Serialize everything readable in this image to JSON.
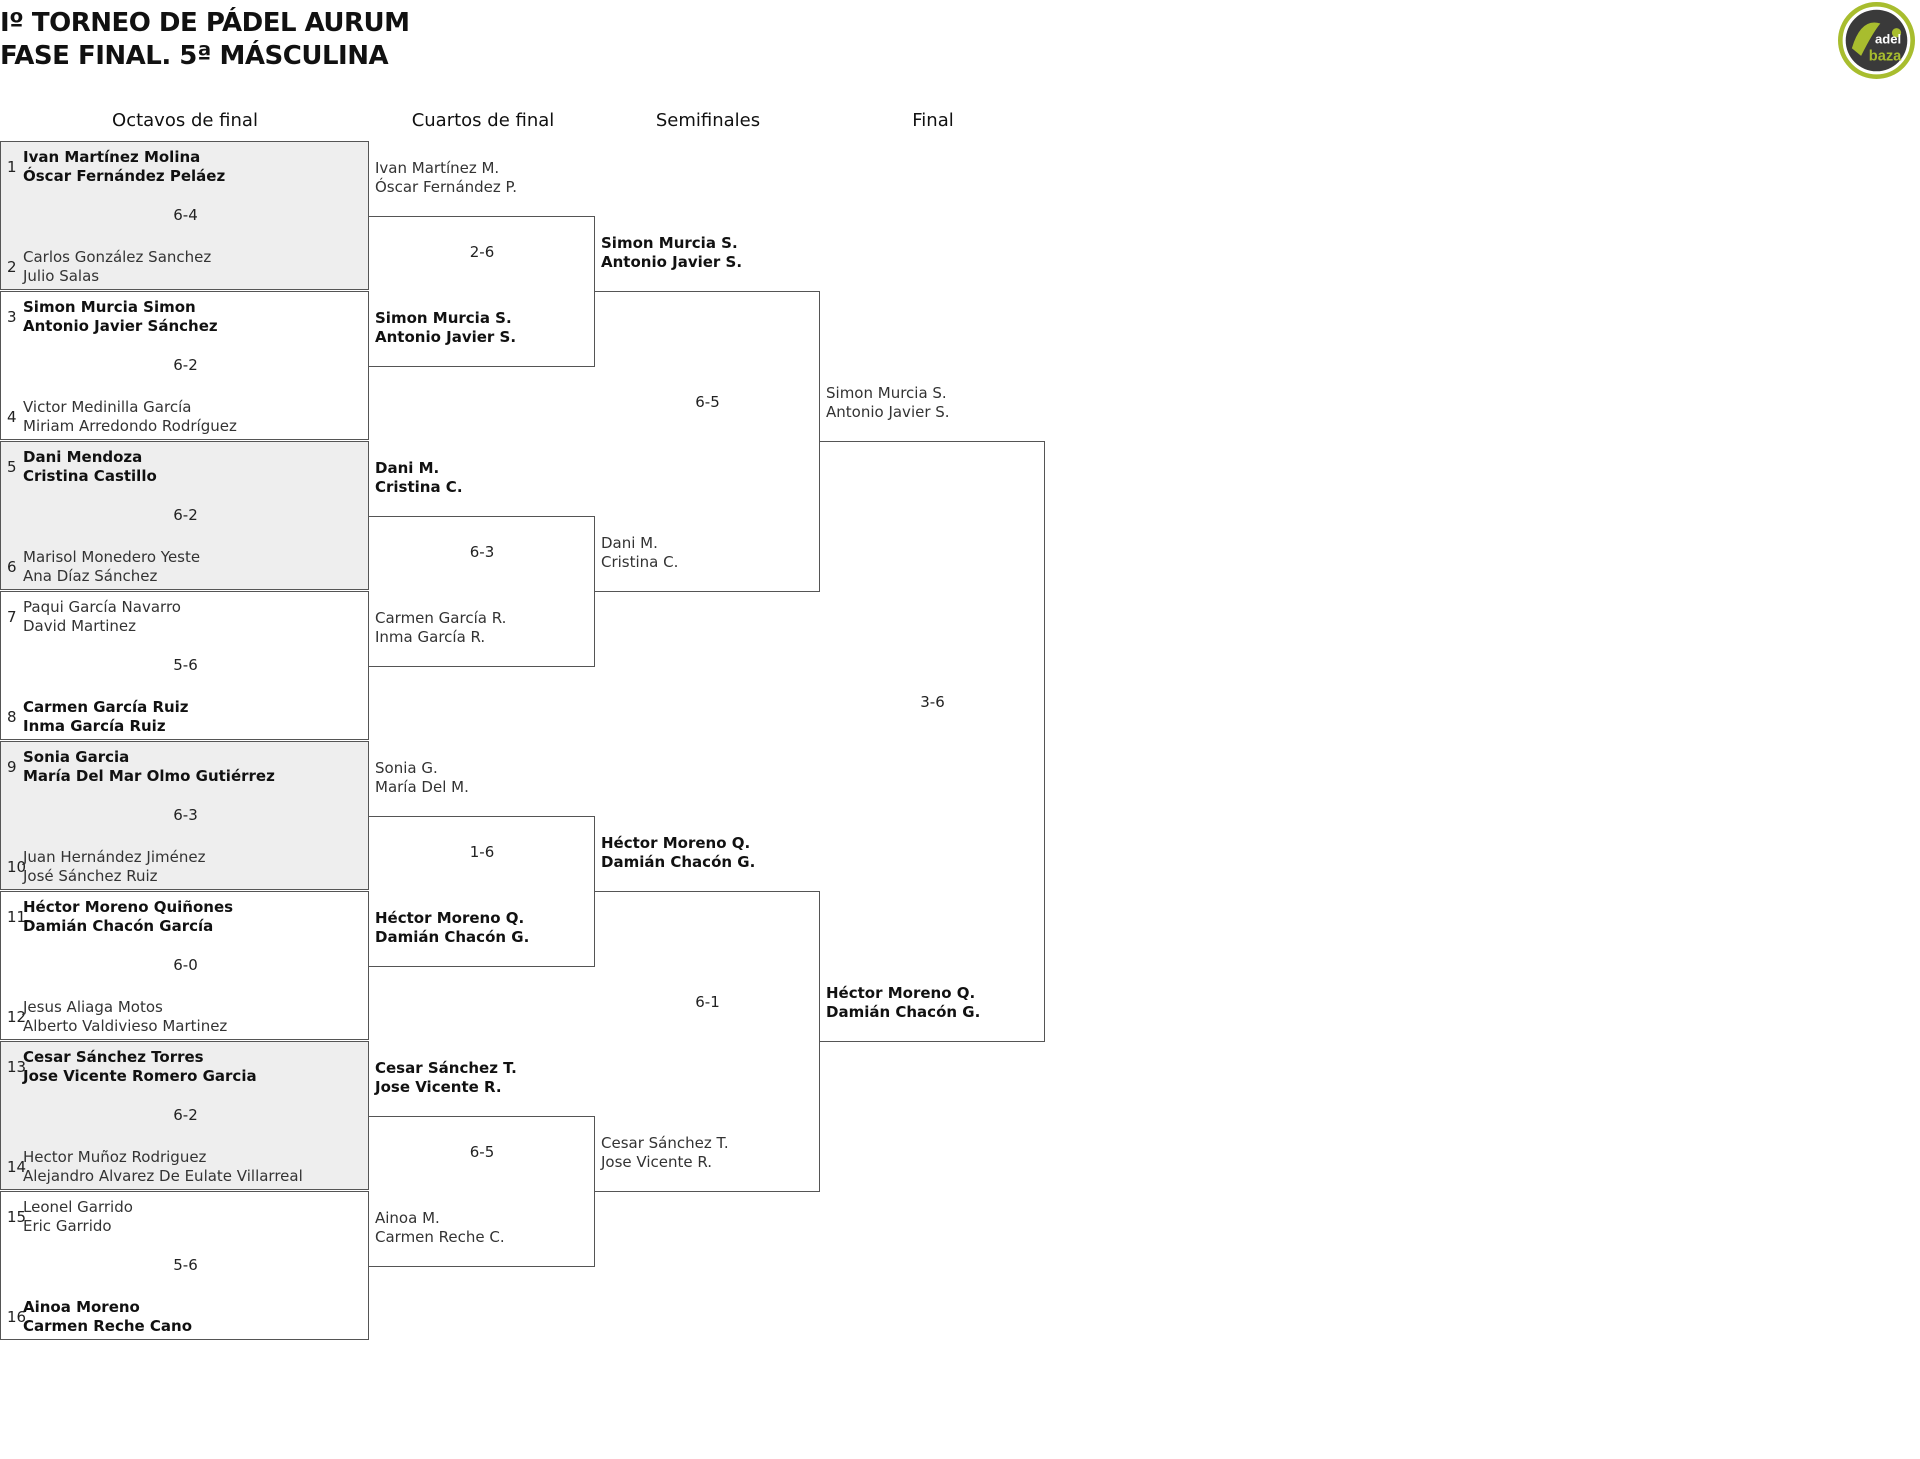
{
  "header": {
    "title_line1": "Iº TORNEO DE PÁDEL AURUM",
    "title_line2": "FASE FINAL. 5ª MÁSCULINA",
    "logo_text": "Padel baza"
  },
  "columns": [
    "Octavos de final",
    "Cuartos de final",
    "Semifinales",
    "Final"
  ],
  "octavos": [
    {
      "seed_a": "1",
      "a1": "Ivan Martínez Molina",
      "a2": "Óscar Fernández Peláez",
      "win": "a",
      "score": "6-4",
      "seed_b": "2",
      "b1": "Carlos González Sanchez",
      "b2": "Julio Salas"
    },
    {
      "seed_a": "3",
      "a1": "Simon Murcia Simon",
      "a2": "Antonio Javier Sánchez",
      "win": "a",
      "score": "6-2",
      "seed_b": "4",
      "b1": "Victor Medinilla García",
      "b2": "Miriam Arredondo Rodríguez"
    },
    {
      "seed_a": "5",
      "a1": "Dani Mendoza",
      "a2": "Cristina Castillo",
      "win": "a",
      "score": "6-2",
      "seed_b": "6",
      "b1": "Marisol Monedero Yeste",
      "b2": "Ana Díaz Sánchez"
    },
    {
      "seed_a": "7",
      "a1": "Paqui García Navarro",
      "a2": "David Martinez",
      "win": "b",
      "score": "5-6",
      "seed_b": "8",
      "b1": "Carmen García Ruiz",
      "b2": "Inma García Ruiz"
    },
    {
      "seed_a": "9",
      "a1": "Sonia Garcia",
      "a2": "María Del Mar Olmo Gutiérrez",
      "win": "a",
      "score": "6-3",
      "seed_b": "10",
      "b1": "Juan Hernández Jiménez",
      "b2": "José Sánchez Ruiz"
    },
    {
      "seed_a": "11",
      "a1": "Héctor Moreno Quiñones",
      "a2": "Damián Chacón García",
      "win": "a",
      "score": "6-0",
      "seed_b": "12",
      "b1": "Jesus Aliaga Motos",
      "b2": "Alberto Valdivieso Martinez"
    },
    {
      "seed_a": "13",
      "a1": "Cesar Sánchez Torres",
      "a2": "Jose Vicente Romero Garcia",
      "win": "a",
      "score": "6-2",
      "seed_b": "14",
      "b1": "Hector Muñoz Rodriguez",
      "b2": "Alejandro Alvarez De Eulate Villarreal"
    },
    {
      "seed_a": "15",
      "a1": "Leonel Garrido",
      "a2": "Eric Garrido",
      "win": "b",
      "score": "5-6",
      "seed_b": "16",
      "b1": "Ainoa Moreno",
      "b2": "Carmen Reche Cano"
    }
  ],
  "cuartos": [
    {
      "a1": "Ivan Martínez M.",
      "a2": "Óscar Fernández P.",
      "score": "2-6",
      "b1": "Simon Murcia S.",
      "b2": "Antonio Javier S.",
      "win": "b"
    },
    {
      "a1": "Dani M.",
      "a2": "Cristina C.",
      "score": "6-3",
      "b1": "Carmen García R.",
      "b2": "Inma García R.",
      "win": "a"
    },
    {
      "a1": "Sonia G.",
      "a2": "María Del M.",
      "score": "1-6",
      "b1": "Héctor Moreno Q.",
      "b2": "Damián Chacón G.",
      "win": "b"
    },
    {
      "a1": "Cesar Sánchez T.",
      "a2": "Jose Vicente R.",
      "score": "6-5",
      "b1": "Ainoa M.",
      "b2": "Carmen Reche C.",
      "win": "a"
    }
  ],
  "semis": [
    {
      "a1": "Simon Murcia S.",
      "a2": "Antonio Javier S.",
      "score": "6-5",
      "b1": "Dani M.",
      "b2": "Cristina C.",
      "win": "a"
    },
    {
      "a1": "Héctor Moreno Q.",
      "a2": "Damián Chacón G.",
      "score": "6-1",
      "b1": "Cesar Sánchez T.",
      "b2": "Jose Vicente R.",
      "win": "a"
    }
  ],
  "final": {
    "a1": "Simon Murcia S.",
    "a2": "Antonio Javier S.",
    "score": "3-6",
    "b1": "Héctor Moreno Q.",
    "b2": "Damián Chacón G.",
    "win": "b"
  },
  "colors": {
    "shade": "#eeeeee",
    "border": "#555555",
    "logo_green": "#a8bd2e",
    "logo_dark": "#3a3a3a"
  }
}
